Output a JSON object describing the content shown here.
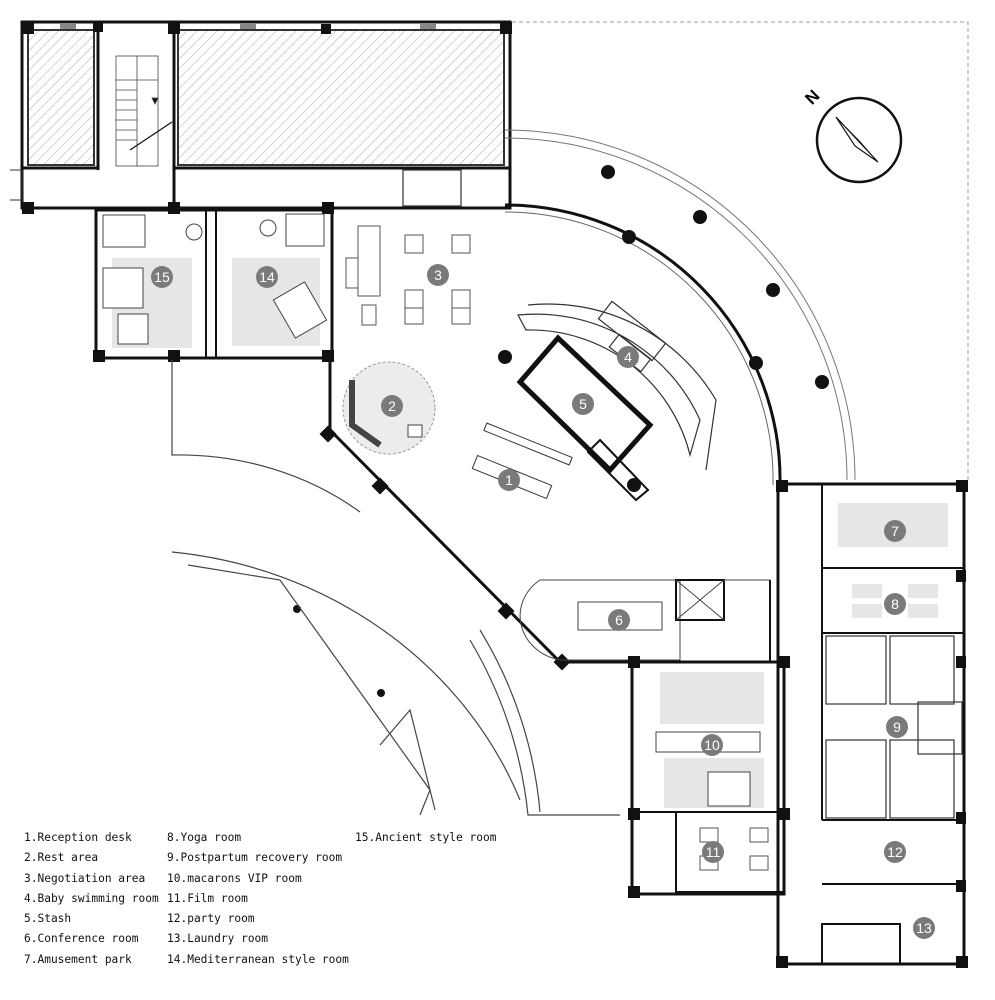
{
  "compass": {
    "letter": "N",
    "icon": "north-arrow-icon"
  },
  "room_markers": [
    {
      "id": "1"
    },
    {
      "id": "2"
    },
    {
      "id": "3"
    },
    {
      "id": "4"
    },
    {
      "id": "5"
    },
    {
      "id": "6"
    },
    {
      "id": "7"
    },
    {
      "id": "8"
    },
    {
      "id": "9"
    },
    {
      "id": "10"
    },
    {
      "id": "11"
    },
    {
      "id": "12"
    },
    {
      "id": "13"
    },
    {
      "id": "14"
    },
    {
      "id": "15"
    }
  ],
  "legend": {
    "col1": [
      "1.Reception desk",
      "2.Rest area",
      "3.Negotiation area",
      "4.Baby swimming room",
      "5.Stash",
      "6.Conference room",
      "7.Amusement park"
    ],
    "col2": [
      "8.Yoga room",
      "9.Postpartum recovery room",
      "10.macarons VIP room",
      "11.Film room",
      "12.party room",
      "13.Laundry room",
      "14.Mediterranean style room"
    ],
    "col3": [
      "15.Ancient style room"
    ]
  },
  "colors": {
    "wall": "#111111",
    "marker": "#7a7a7a",
    "furniture_fill": "#e6e6e6",
    "line": "#333333"
  }
}
